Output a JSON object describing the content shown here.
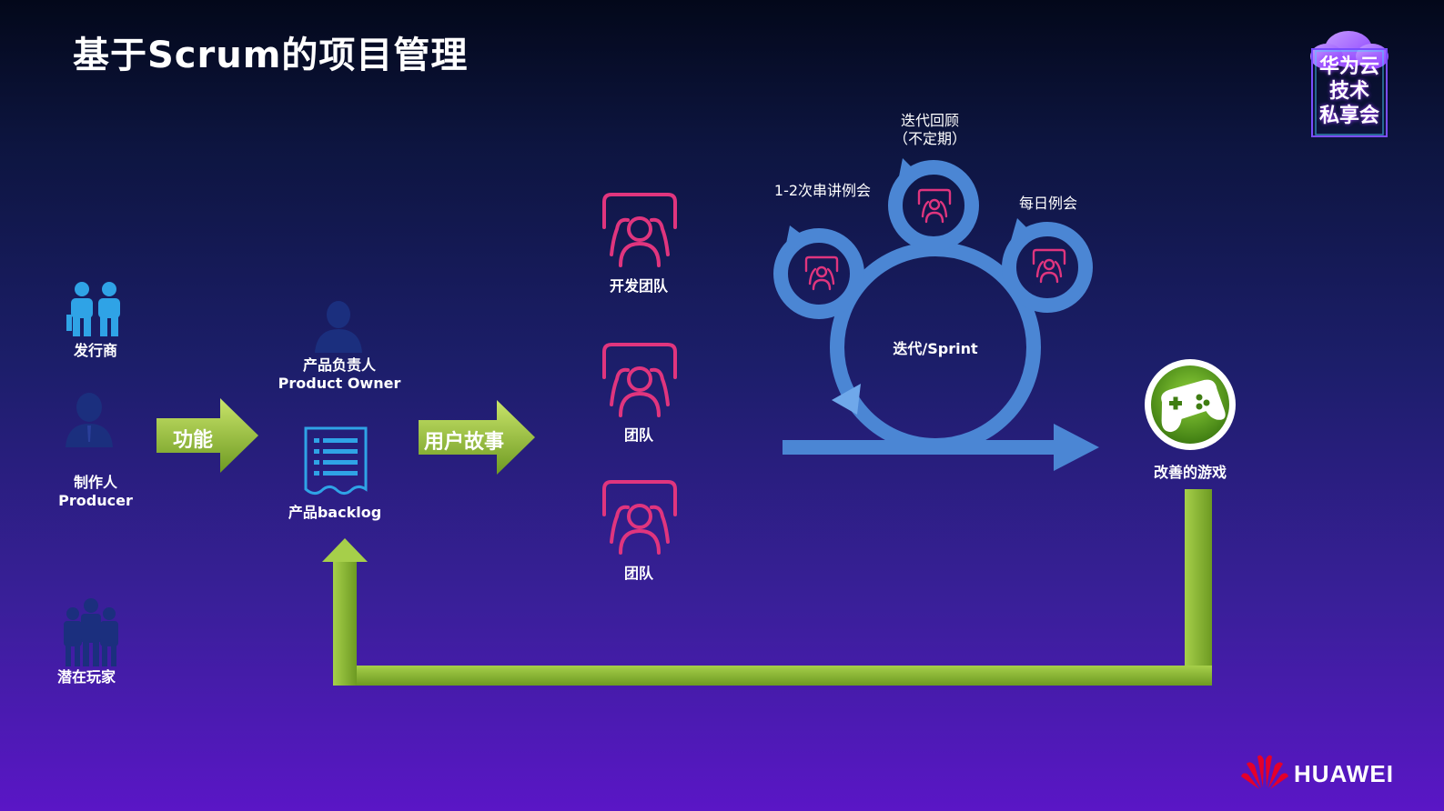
{
  "title": "基于Scrum的项目管理",
  "stakeholders": {
    "publisher": "发行商",
    "producer_cn": "制作人",
    "producer_en": "Producer",
    "players": "潜在玩家"
  },
  "product_owner": {
    "cn": "产品负责人",
    "en": "Product Owner"
  },
  "backlog_label": "产品backlog",
  "arrows": {
    "feature": "功能",
    "user_story": "用户故事"
  },
  "teams": [
    "开发团队",
    "团队",
    "团队"
  ],
  "sprint": {
    "center": "迭代/Sprint",
    "left_meeting": "1-2次串讲例会",
    "top_meeting_line1": "迭代回顾",
    "top_meeting_line2": "（不定期）",
    "right_meeting": "每日例会"
  },
  "result": "改善的游戏",
  "badge": [
    "华为云",
    "技术",
    "私享会"
  ],
  "brand": "HUAWEI",
  "colors": {
    "green": "#8cbf3a",
    "sprint_blue": "#4b86d4",
    "team_pink": "#e0357e",
    "icon_blue": "#2fa3e6"
  }
}
